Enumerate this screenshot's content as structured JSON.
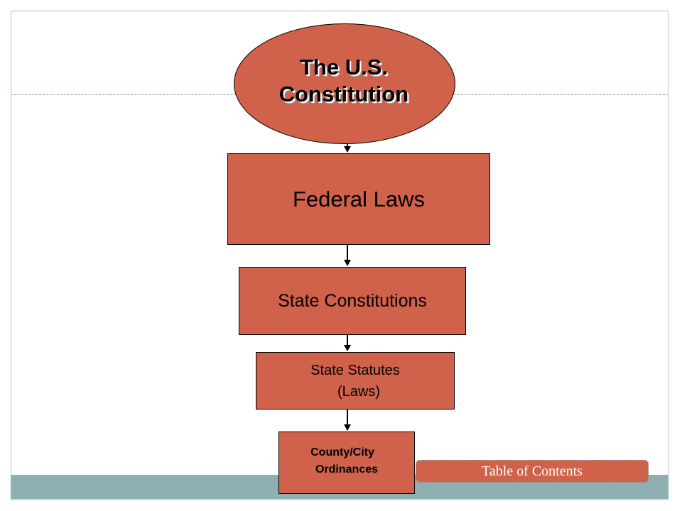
{
  "colors": {
    "node_fill": "#d0614a",
    "footer_band": "#8fb0b2",
    "connector": "#000000"
  },
  "diagram": {
    "root": {
      "line1": "The U.S.",
      "line2": "Constitution"
    },
    "federal_laws": "Federal Laws",
    "state_constitutions": "State Constitutions",
    "state_statutes": {
      "line1": "State Statutes",
      "line2": "(Laws)"
    },
    "county_city": {
      "line1": "County/City",
      "line2": "Ordinances"
    }
  },
  "nav": {
    "table_of_contents": "Table of Contents"
  }
}
